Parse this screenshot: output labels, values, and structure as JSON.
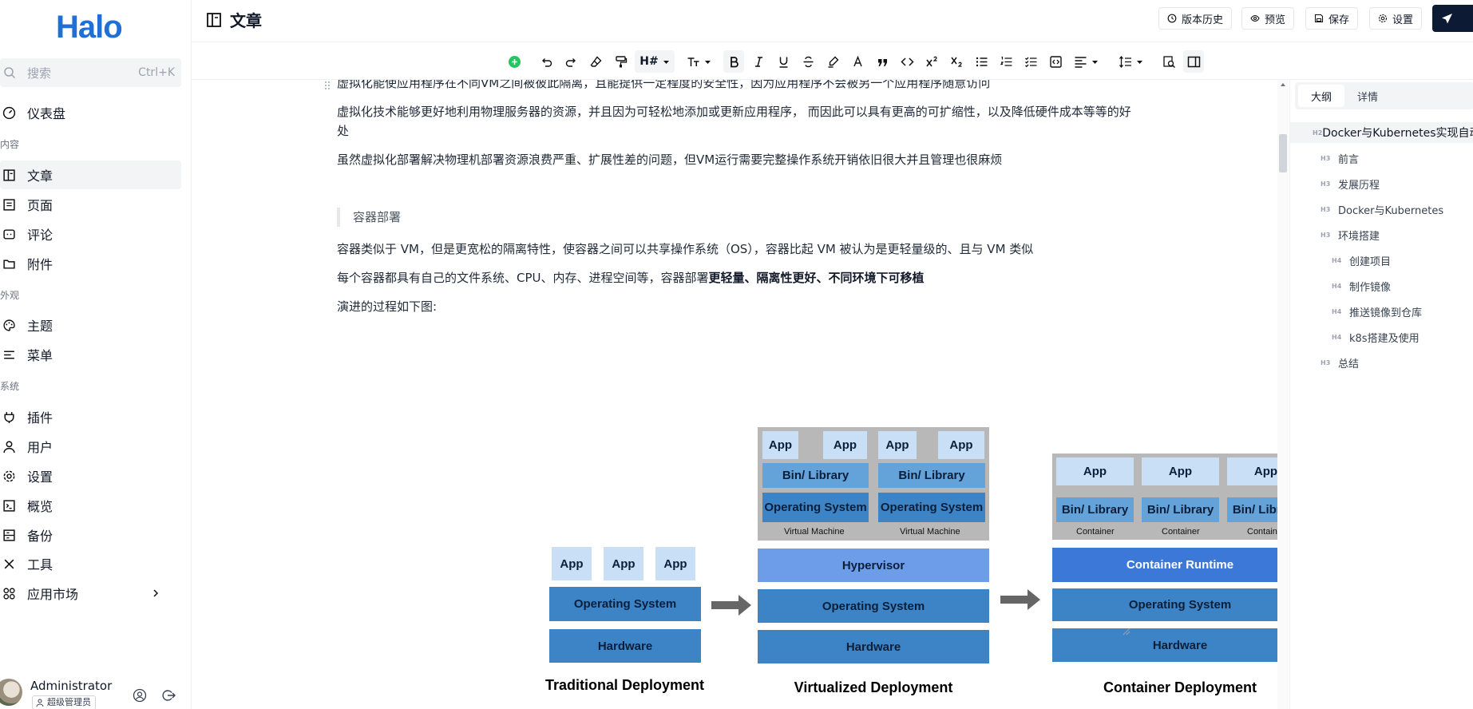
{
  "sidebar": {
    "logo": "Halo",
    "search": {
      "placeholder": "搜索",
      "shortcut": "Ctrl+K"
    },
    "dashboard": "仪表盘",
    "groups": {
      "content": "内容",
      "appearance": "外观",
      "system": "系统"
    },
    "items": {
      "posts": "文章",
      "pages": "页面",
      "comments": "评论",
      "attachments": "附件",
      "themes": "主题",
      "menus": "菜单",
      "plugins": "插件",
      "users": "用户",
      "settings": "设置",
      "overview": "概览",
      "backup": "备份",
      "tools": "工具",
      "marketplace": "应用市场"
    },
    "user": {
      "name": "Administrator",
      "role": "超级管理员"
    }
  },
  "header": {
    "title": "文章",
    "buttons": {
      "history": "版本历史",
      "preview": "预览",
      "save": "保存",
      "settings": "设置"
    }
  },
  "toolbar": {
    "heading": "H#"
  },
  "editor": {
    "p0": "虚拟化能使应用程序在不同VM之间被彼此隔离，且能提供一定程度的安全性，因为应用程序不会被另一个应用程序随意访问",
    "p1": "虚拟化技术能够更好地利用物理服务器的资源，并且因为可轻松地添加或更新应用程序， 而因此可以具有更高的可扩缩性，以及降低硬件成本等等的好处",
    "p2": "虽然虚拟化部署解决物理机部署资源浪费严重、扩展性差的问题，但VM运行需要完整操作系统开销依旧很大并且管理也很麻烦",
    "quote": "容器部署",
    "p3": "容器类似于 VM，但是更宽松的隔离特性，使容器之间可以共享操作系统（OS），容器比起 VM 被认为是更轻量级的、且与 VM 类似",
    "p4_normal": "每个容器都具有自己的文件系统、CPU、内存、进程空间等，容器部署",
    "p4_bold": "更轻量、隔离性更好、不同环境下可移植",
    "p5": "演进的过程如下图:"
  },
  "diagram": {
    "app": "App",
    "bin": "Bin/ Library",
    "os": "Operating System",
    "hardware": "Hardware",
    "hypervisor": "Hypervisor",
    "runtime": "Container Runtime",
    "vm": "Virtual Machine",
    "container": "Container",
    "traditional": "Traditional Deployment",
    "virtualized": "Virtualized Deployment",
    "containerized": "Container Deployment"
  },
  "outline": {
    "tabs": {
      "outline": "大纲",
      "detail": "详情"
    },
    "items": [
      {
        "level": "H2",
        "text": "Docker与Kubernetes实现自动化部署"
      },
      {
        "level": "H3",
        "text": "前言"
      },
      {
        "level": "H3",
        "text": "发展历程"
      },
      {
        "level": "H3",
        "text": "Docker与Kubernetes"
      },
      {
        "level": "H3",
        "text": "环境搭建"
      },
      {
        "level": "H4",
        "text": "创建项目"
      },
      {
        "level": "H4",
        "text": "制作镜像"
      },
      {
        "level": "H4",
        "text": "推送镜像到仓库"
      },
      {
        "level": "H4",
        "text": "k8s搭建及使用"
      },
      {
        "level": "H3",
        "text": "总结"
      }
    ]
  },
  "colors": {
    "brand": "#1f6fd6",
    "primary_button": "#0c1a33",
    "runtime": "#3c78d8"
  }
}
